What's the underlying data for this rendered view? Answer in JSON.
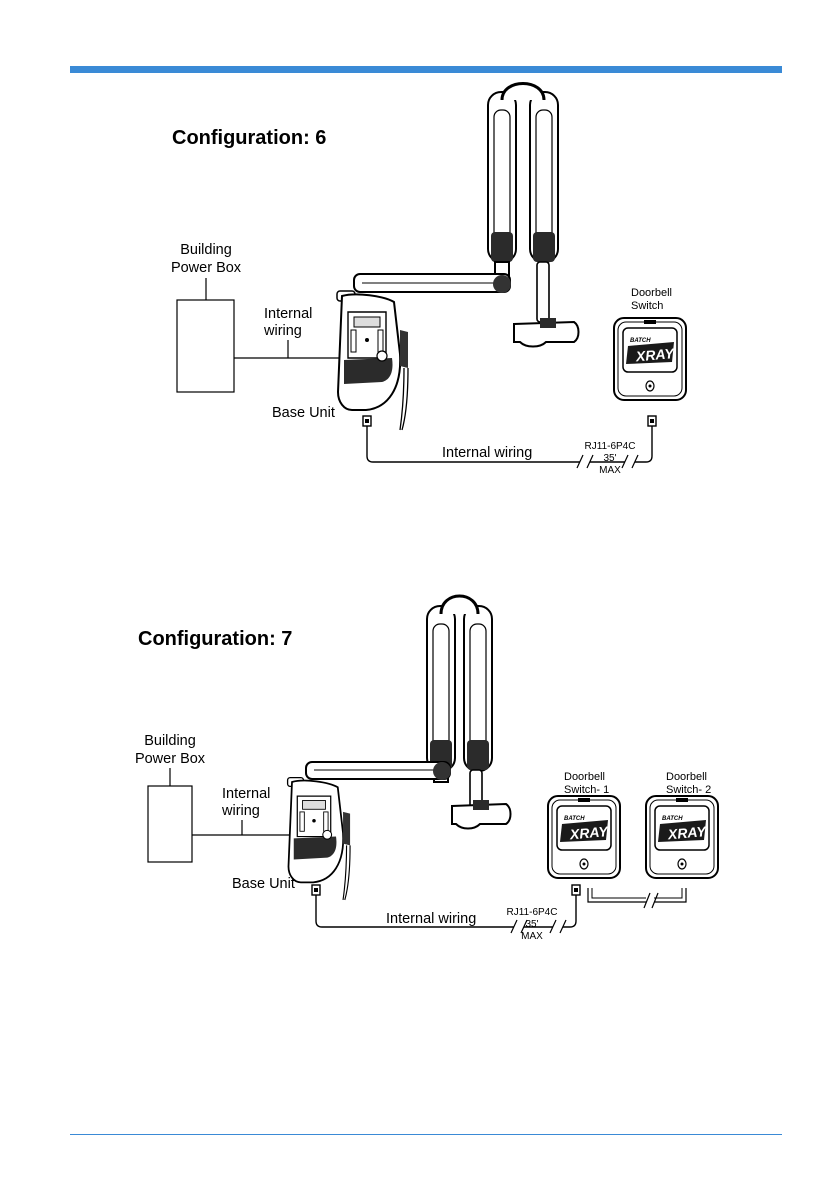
{
  "config6": {
    "title": "Configuration: 6",
    "power_box_label": [
      "Building",
      "Power Box"
    ],
    "internal_wiring_label": [
      "Internal",
      "wiring"
    ],
    "base_unit_label": "Base Unit",
    "doorbell_label": [
      "Doorbell",
      "Switch"
    ],
    "bottom_wiring_label": "Internal wiring",
    "cable_label": [
      "RJ11-6P4C",
      "35'",
      "MAX"
    ]
  },
  "config7": {
    "title": "Configuration: 7",
    "power_box_label": [
      "Building",
      "Power Box"
    ],
    "internal_wiring_label": [
      "Internal",
      "wiring"
    ],
    "base_unit_label": "Base Unit",
    "doorbell1_label": [
      "Doorbell",
      "Switch- 1"
    ],
    "doorbell2_label": [
      "Doorbell",
      "Switch- 2"
    ],
    "bottom_wiring_label": "Internal wiring",
    "cable_label": [
      "RJ11-6P4C",
      "35'",
      "MAX"
    ]
  },
  "device": {
    "brand": "XRAY",
    "brand_small": "BATCH"
  },
  "colors": {
    "accent_rule": "#3a8ad6"
  }
}
